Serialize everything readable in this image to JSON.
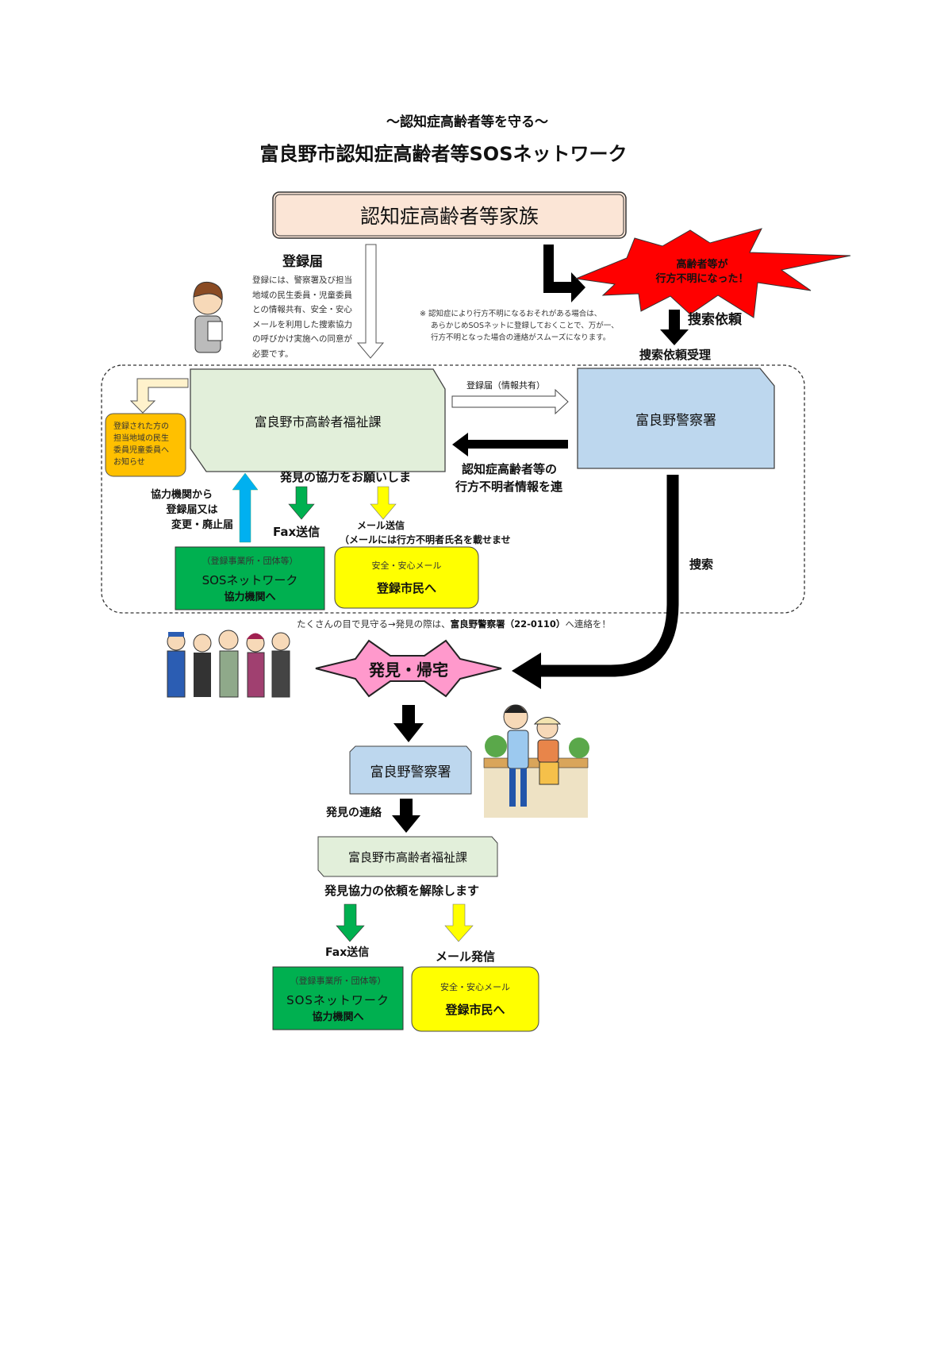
{
  "header": {
    "subtitle": "～認知症高齢者等を守る～",
    "title": "富良野市認知症高齢者等SOSネットワーク"
  },
  "family_box": {
    "label": "認知症高齢者等家族"
  },
  "registration": {
    "heading": "登録届",
    "description": [
      "登録には、警察署及び担当",
      "地域の民生委員・児童委員",
      "との情報共有、安全・安心",
      "メールを利用した捜索協力",
      "の呼びかけ実施への同意が",
      "必要です。"
    ]
  },
  "missing_burst": {
    "lines": [
      "高齢者等が",
      "行方不明になった！"
    ]
  },
  "note": {
    "lines": [
      "※ 認知症により行方不明になるおそれがある場合は、",
      "あらかじめSOSネットに登録しておくことで、万が一、",
      "行方不明となった場合の連絡がスムーズになります。"
    ]
  },
  "search_request": {
    "label": "捜索依頼",
    "received": "捜索依頼受理"
  },
  "welfare_division": {
    "label": "富良野市高齢者福祉課"
  },
  "police": {
    "label": "富良野警察署"
  },
  "notify_box": {
    "lines": [
      "登録された方の",
      "担当地域の民生",
      "委員児童委員へ",
      "お知らせ"
    ]
  },
  "share_arrow": {
    "label": "登録届（情報共有）"
  },
  "missing_info": {
    "lines": [
      "認知症高齢者等の",
      "行方不明者情報を連"
    ]
  },
  "search_label": "捜索",
  "cooperation_request": "発見の協力をお願いしま",
  "partner_submission": {
    "lines": [
      "協力機関から",
      "登録届又は",
      "変更・廃止届"
    ]
  },
  "fax_label": "Fax送信",
  "mail_label": {
    "title": "メール送信",
    "note": "（メールには行方不明者氏名を載せませ"
  },
  "sos_box": {
    "sub": "（登録事業所・団体等）",
    "line1": "SOSネットワーク",
    "line2": "協力機関へ"
  },
  "mail_box": {
    "sub": "安全・安心メール",
    "main": "登録市民へ"
  },
  "watch_note": {
    "prefix": "たくさんの目で見守る→発見の際は、",
    "emphasis": "富良野警察署（22-0110）",
    "suffix": "へ連絡を！"
  },
  "found_star": {
    "label": "発見・帰宅"
  },
  "found_contact": "発見の連絡",
  "police_small": {
    "label": "富良野警察署"
  },
  "welfare_small": {
    "label": "富良野市高齢者福祉課"
  },
  "release_request": "発見協力の依頼を解除します",
  "bottom_fax_label": "Fax送信",
  "bottom_mail_label": "メール発信",
  "bottom_sos_box": {
    "sub": "（登録事業所・団体等）",
    "line1": "SOSネットワーク",
    "line2": "協力機関へ"
  },
  "bottom_mail_box": {
    "sub": "安全・安心メール",
    "main": "登録市民へ"
  },
  "colors": {
    "family": "#fbe5d6",
    "welfare": "#e2efda",
    "police": "#bdd7ee",
    "notify": "#ffc000",
    "sos_green": "#00b050",
    "mail_yellow": "#ffff00",
    "burst_red": "#ff0000",
    "star_pink": "#ff99cc",
    "up_arrow_blue": "#00b0f0"
  }
}
